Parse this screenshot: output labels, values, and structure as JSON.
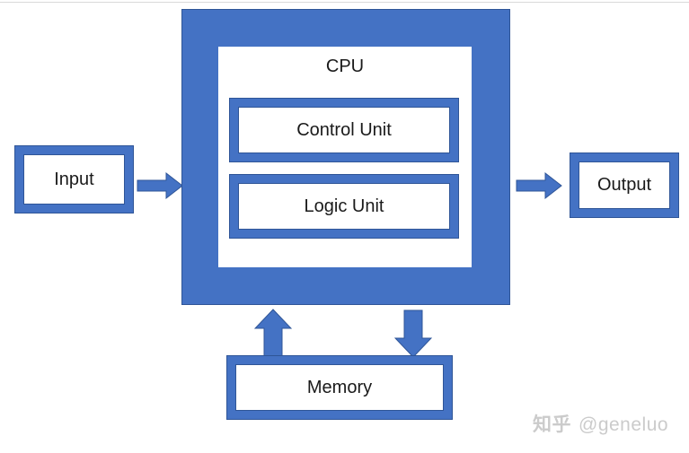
{
  "diagram": {
    "nodes": {
      "input": {
        "label": "Input"
      },
      "cpu": {
        "label": "CPU"
      },
      "control_unit": {
        "label": "Control Unit"
      },
      "logic_unit": {
        "label": "Logic Unit"
      },
      "output": {
        "label": "Output"
      },
      "memory": {
        "label": "Memory"
      }
    },
    "arrows": [
      {
        "name": "arrow-input-to-cpu",
        "direction": "right"
      },
      {
        "name": "arrow-cpu-to-output",
        "direction": "right"
      },
      {
        "name": "arrow-memory-to-cpu",
        "direction": "up"
      },
      {
        "name": "arrow-cpu-to-memory",
        "direction": "down"
      }
    ]
  },
  "watermark": {
    "site": "知乎",
    "user": "@geneluo"
  },
  "colors": {
    "accent_blue": "#4472C4",
    "outline_blue": "#2F5597",
    "watermark_gray": "#CBCBCB"
  }
}
